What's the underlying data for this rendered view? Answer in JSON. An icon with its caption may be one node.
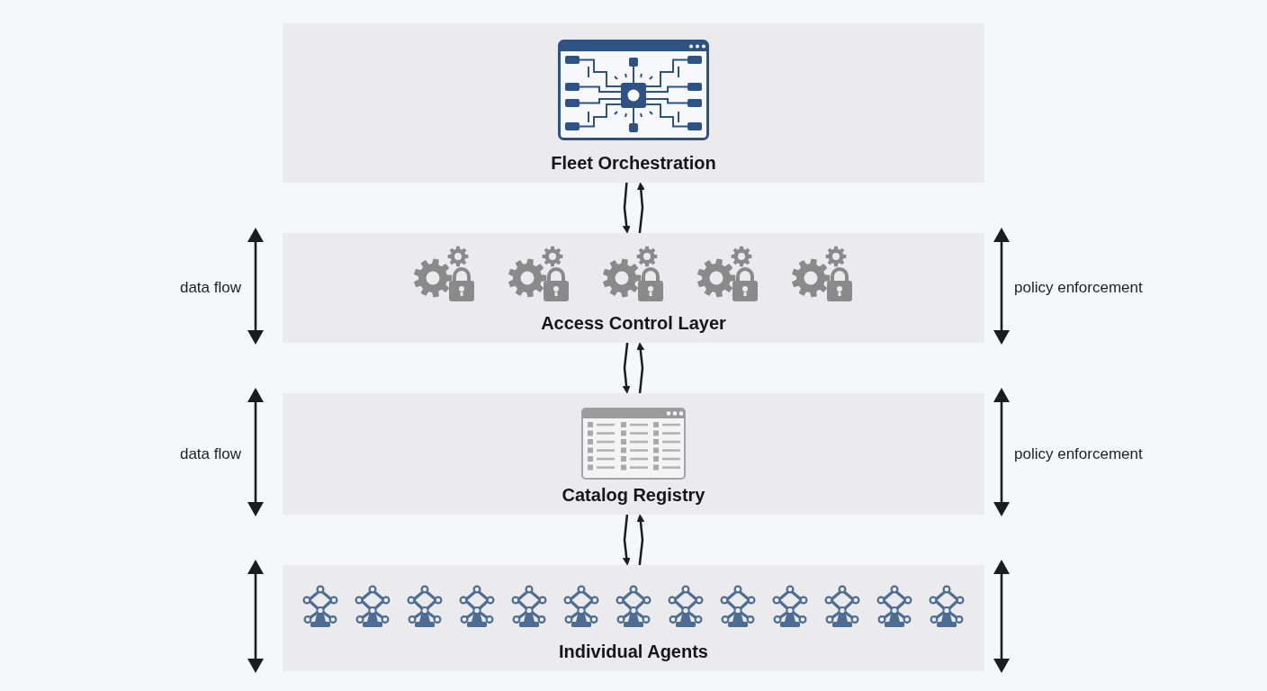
{
  "diagram": {
    "nodes": [
      {
        "text": [
          "Fleet Orchestration"
        ]
      },
      {
        "text": [
          "Access Control Layer"
        ]
      },
      {
        "text": [
          "Catalog Registry"
        ]
      },
      {
        "text": [
          "Individual Agents"
        ]
      }
    ],
    "edges": [
      {
        "from": 1,
        "to": 0,
        "arrow": "to"
      },
      {
        "from": 0,
        "to": 1,
        "arrow": "to"
      },
      {
        "from": 2,
        "to": 1,
        "arrow": "to"
      },
      {
        "from": 1,
        "to": 2,
        "arrow": "to"
      },
      {
        "from": 3,
        "to": 2,
        "arrow": "to"
      },
      {
        "from": 2,
        "to": 3,
        "arrow": "to"
      }
    ],
    "labels": [
      "data flow",
      "policy enforcement",
      "data flow",
      "policy enforcement"
    ]
  }
}
